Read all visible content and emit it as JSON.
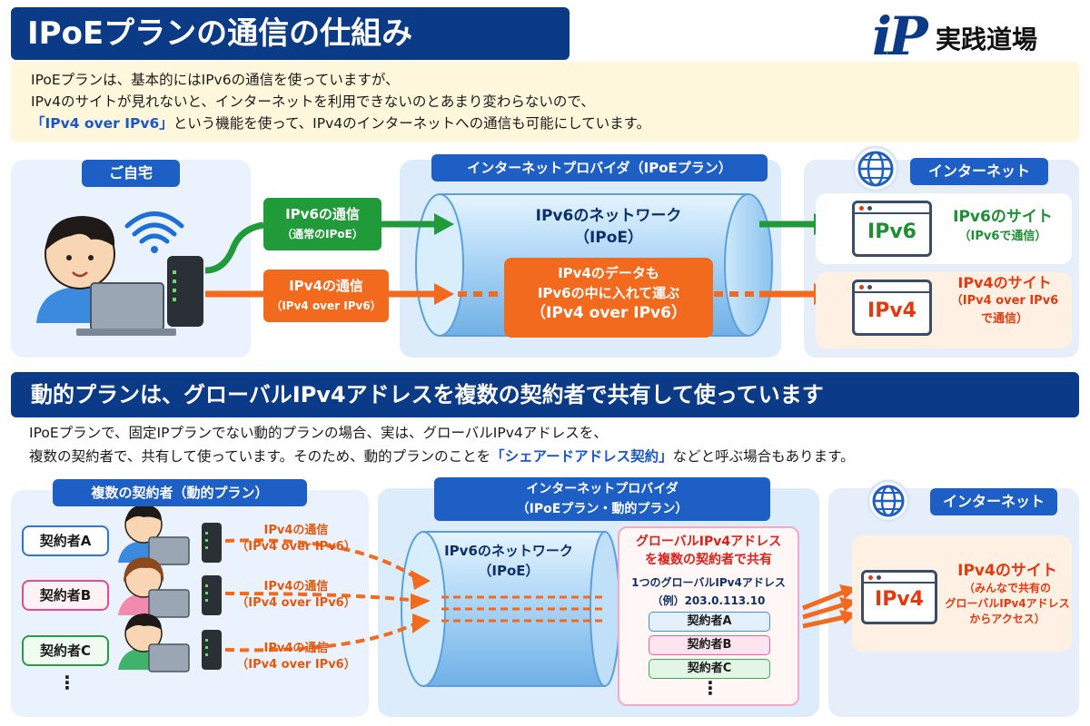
{
  "header": {
    "title": "IPoEプランの通信の仕組み",
    "logo_ip": "iP",
    "logo_text": "実践道場"
  },
  "intro": {
    "line1": "IPoEプランは、基本的にはIPv6の通信を使っていますが、",
    "line2": "IPv4のサイトが見れないと、インターネットを利用できないのとあまり変わらないので、",
    "line3_highlight": "「IPv4 over IPv6」",
    "line3_rest": "という機能を使って、IPv4のインターネットへの通信も可能にしています。"
  },
  "section1": {
    "home_label": "ご自宅",
    "isp_label": "インターネットプロバイダ（IPoEプラン）",
    "net_label": "インターネット",
    "ipv6_flow": {
      "title": "IPv6の通信",
      "sub": "（通常のIPoE）"
    },
    "ipv4_flow": {
      "title": "IPv4の通信",
      "sub": "（IPv4 over IPv6）"
    },
    "tunnel": {
      "title": "IPv6のネットワーク",
      "sub": "（IPoE）"
    },
    "encap": {
      "line1": "IPv4のデータも",
      "line2": "IPv6の中に入れて運ぶ",
      "line3": "（IPv4 over IPv6）"
    },
    "site_v6": {
      "badge": "IPv6",
      "title": "IPv6のサイト",
      "sub": "（IPv6で通信）"
    },
    "site_v4": {
      "badge": "IPv4",
      "title": "IPv4のサイト",
      "sub1": "（IPv4 over IPv6",
      "sub2": "で通信）"
    }
  },
  "section2": {
    "title": "動的プランは、グローバルIPv4アドレスを複数の契約者で共有して使っています",
    "intro": {
      "line1": "IPoEプランで、固定IPプランでない動的プランの場合、実は、グローバルIPv4アドレスを、",
      "line2_a": "複数の契約者で、共有して使っています。そのため、動的プランのことを",
      "line2_highlight": "「シェアードアドレス契約」",
      "line2_b": "などと呼ぶ場合もあります。"
    },
    "users_label": "複数の契約者（動的プラン）",
    "isp_label_1": "インターネットプロバイダ",
    "isp_label_2": "（IPoEプラン・動的プラン）",
    "net_label": "インターネット",
    "users": [
      {
        "name": "契約者A",
        "flow_title": "IPv4の通信",
        "flow_sub": "（IPv4 over IPv6）"
      },
      {
        "name": "契約者B",
        "flow_title": "IPv4の通信",
        "flow_sub": "（IPv4 over IPv6）"
      },
      {
        "name": "契約者C",
        "flow_title": "IPv4の通信",
        "flow_sub": "（IPv4 over IPv6）"
      }
    ],
    "tunnel": {
      "title": "IPv6のネットワーク",
      "sub": "（IPoE）"
    },
    "share": {
      "title1": "グローバルIPv4アドレス",
      "title2": "を複数の契約者で共有",
      "sub1": "1つのグローバルIPv4アドレス",
      "sub2": "（例）203.0.113.10",
      "chips": [
        "契約者A",
        "契約者B",
        "契約者C"
      ]
    },
    "site": {
      "badge": "IPv4",
      "title": "IPv4のサイト",
      "sub1": "（みんなで共有の",
      "sub2": "グローバルIPv4アドレス",
      "sub3": "からアクセス）"
    },
    "more": "⋮"
  },
  "colors": {
    "navy": "#0b3a86",
    "blue": "#1d5fc4",
    "green": "#219a3a",
    "orange": "#f26a1d",
    "red": "#e2390f"
  },
  "icons": [
    "globe-icon",
    "wifi-icon",
    "router-icon",
    "laptop-icon",
    "person-icon",
    "browser-window-icon",
    "arrow-right-icon"
  ]
}
